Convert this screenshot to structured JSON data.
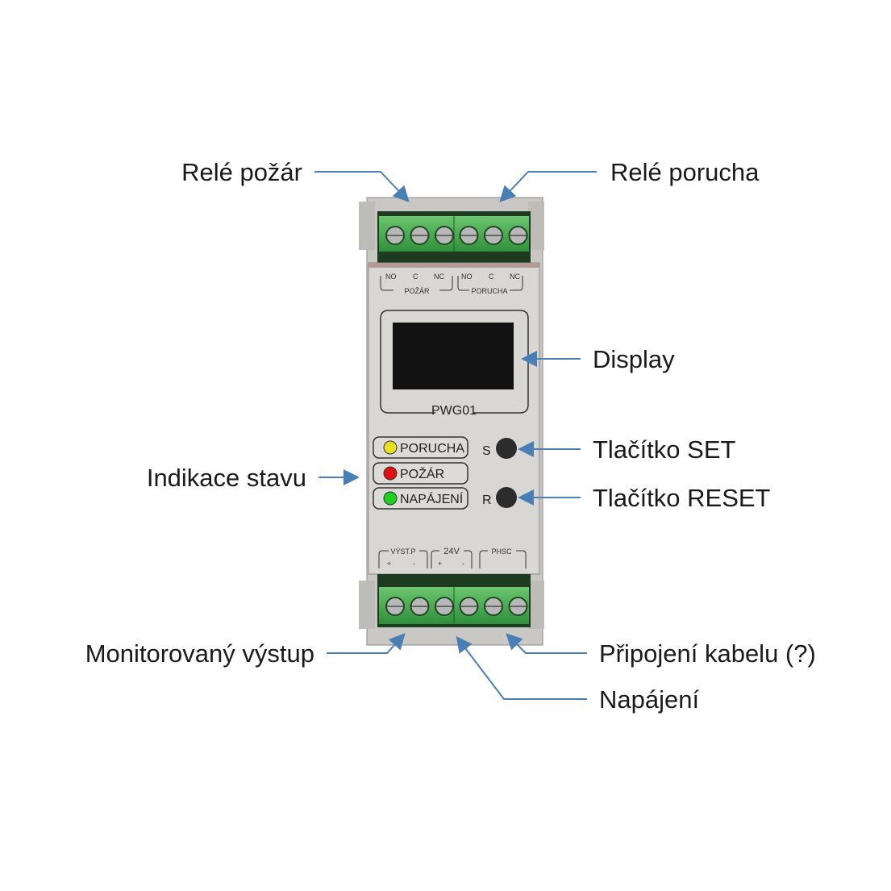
{
  "callouts": {
    "rele_pozar": "Relé požár",
    "rele_porucha": "Relé porucha",
    "display": "Display",
    "tlacitko_set": "Tlačítko SET",
    "tlacitko_reset": "Tlačítko RESET",
    "indikace_stavu": "Indikace stavu",
    "monitorovany_vystup": "Monitorovaný výstup",
    "pripojeni_kabelu": "Připojení kabelu (?)",
    "napajeni": "Napájení"
  },
  "device": {
    "model": "PWG01",
    "top_terminals": {
      "group1": {
        "name": "POŽÁR",
        "pins": [
          "NO",
          "C",
          "NC"
        ]
      },
      "group2": {
        "name": "PORUCHA",
        "pins": [
          "NO",
          "C",
          "NC"
        ]
      }
    },
    "leds": [
      {
        "label": "PORUCHA",
        "color": "#e8e020"
      },
      {
        "label": "POŽÁR",
        "color": "#e01010"
      },
      {
        "label": "NAPÁJENÍ",
        "color": "#20d020"
      }
    ],
    "buttons": {
      "set": "S",
      "reset": "R"
    },
    "bottom_terminals": {
      "group1": {
        "name": "VÝST.P",
        "pins": [
          "+",
          "-"
        ]
      },
      "group2": {
        "name": "24V",
        "pins": [
          "+",
          "-"
        ]
      },
      "group3": {
        "name": "PHSC"
      }
    }
  },
  "colors": {
    "arrow": "#4a7fb5",
    "terminal": "#3fa94a",
    "housing": "#d4d3cf"
  }
}
